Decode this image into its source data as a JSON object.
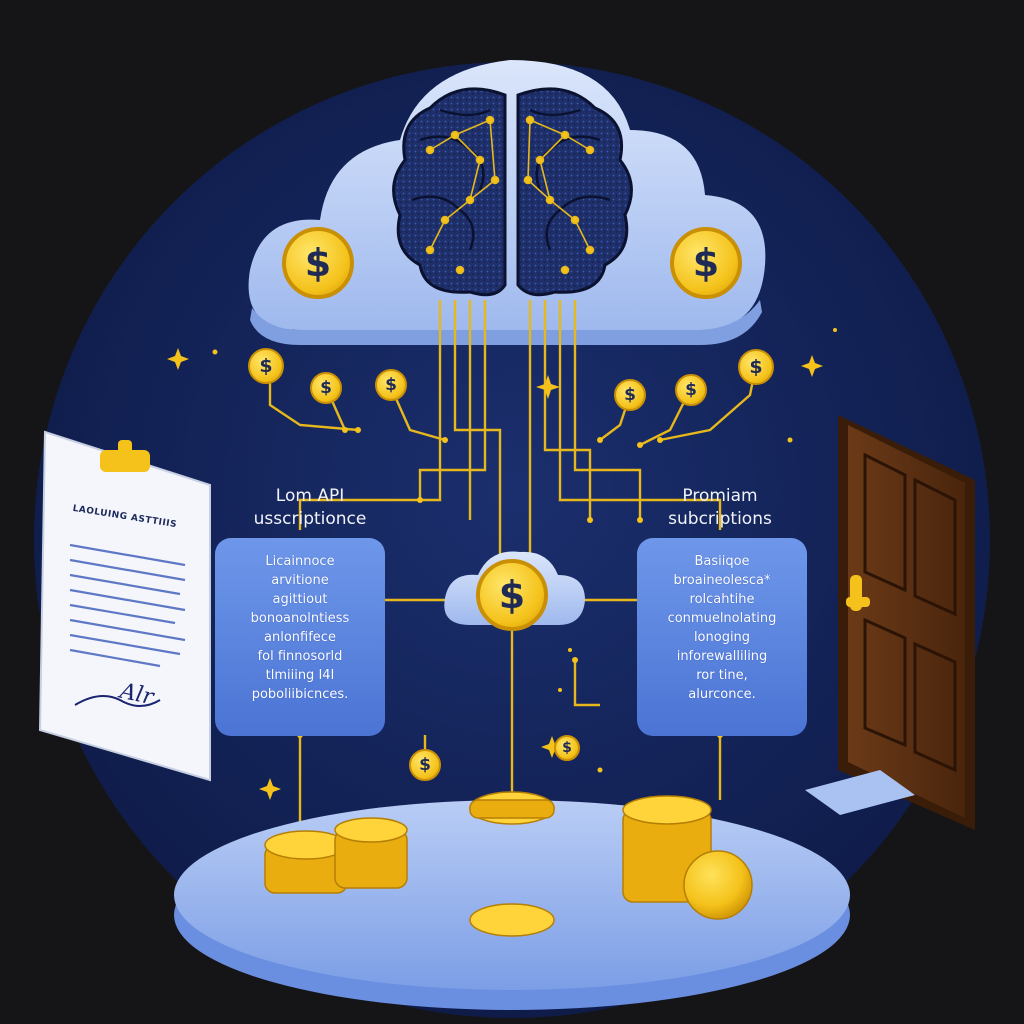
{
  "left_label": [
    "Lom API",
    "usscriptionce"
  ],
  "right_label": [
    "Promiam",
    "subcriptions"
  ],
  "left_panel_lines": [
    "Licainnoce",
    "arvitione",
    "agittiout",
    "bonoanolntiess",
    "anlonfifece",
    "fol finnosorld",
    "tlmiiing I4I",
    "poboliibicnces."
  ],
  "right_panel_lines": [
    "Basiiqoe",
    "broaineolesca*",
    "rolcahtihe",
    "conmuelnolating",
    "lonoging",
    "inforewalliling",
    "ror tine,",
    "alurconce."
  ],
  "document": {
    "title": "LAOLUING ASTTIIIS",
    "signature": "Alr"
  },
  "coin_symbol": "$",
  "colors": {
    "background": "#151517",
    "circle": "#13245a",
    "cloud": "#b8cdf5",
    "gold": "#f4c21a",
    "wire": "#e6b81c",
    "panel": "#5b86e0",
    "platform": "#8fb0ee",
    "door": "#5a2f12"
  }
}
